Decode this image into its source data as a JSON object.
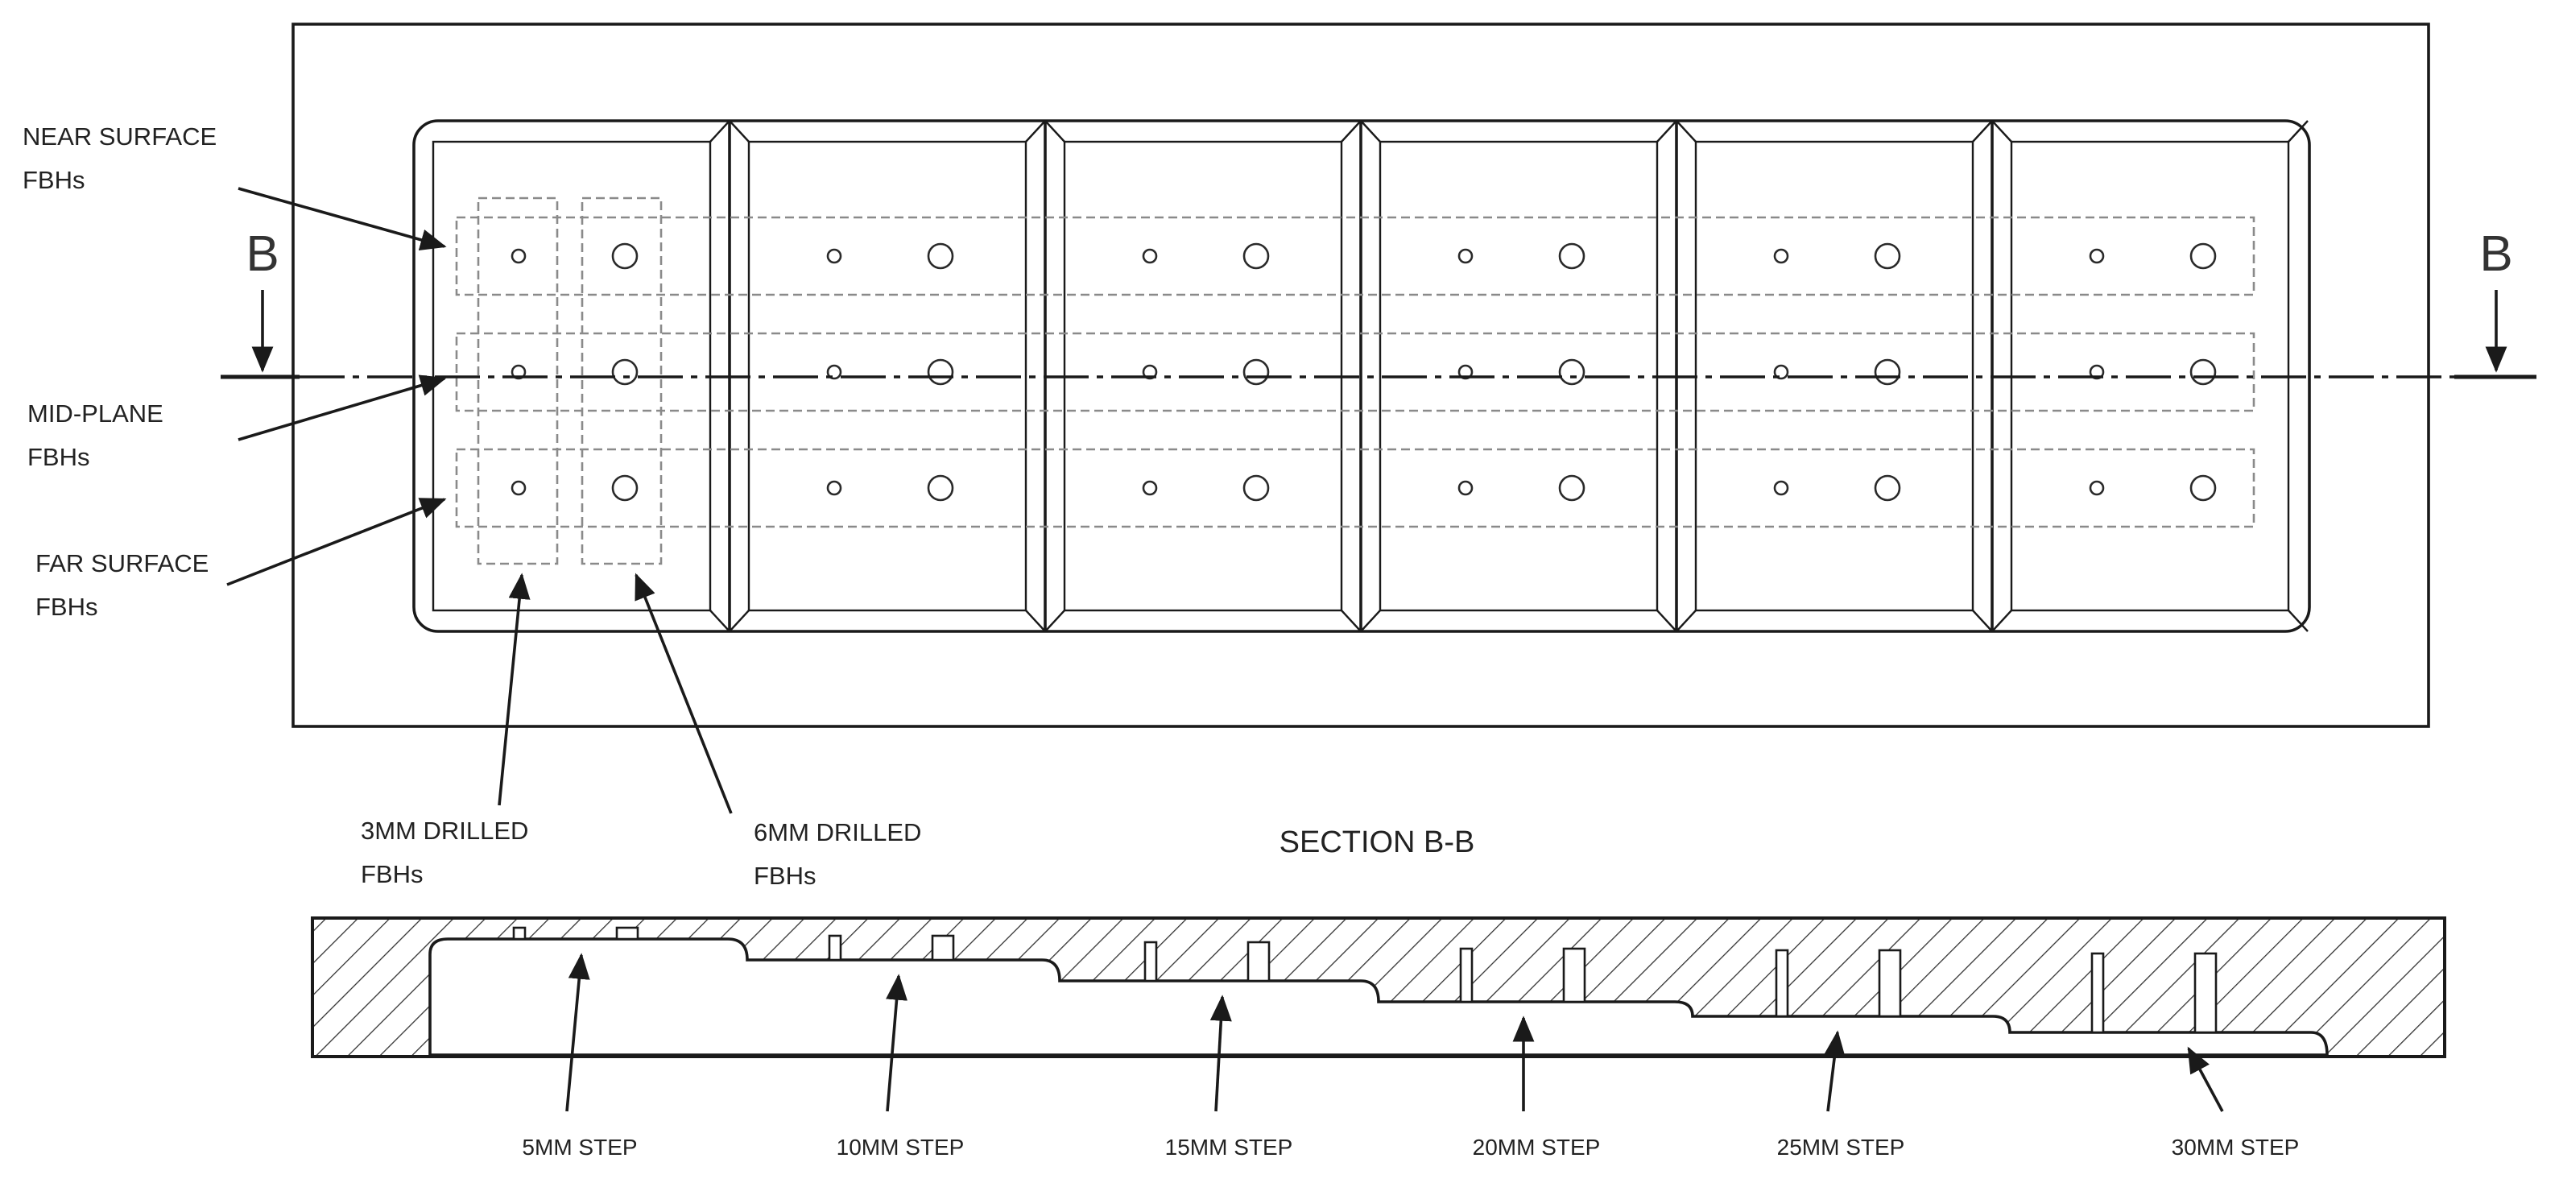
{
  "labels": {
    "near_surface": [
      "NEAR SURFACE",
      "FBHs"
    ],
    "mid_plane": [
      "MID-PLANE",
      "FBHs"
    ],
    "far_surface": [
      "FAR SURFACE",
      "FBHs"
    ],
    "drilled_3mm": [
      "3MM DRILLED",
      "FBHs"
    ],
    "drilled_6mm": [
      "6MM DRILLED",
      "FBHs"
    ],
    "section_marker": "B",
    "section_title": "SECTION B-B"
  },
  "steps": [
    "5MM STEP",
    "10MM STEP",
    "15MM STEP",
    "20MM STEP",
    "25MM STEP",
    "30MM STEP"
  ]
}
